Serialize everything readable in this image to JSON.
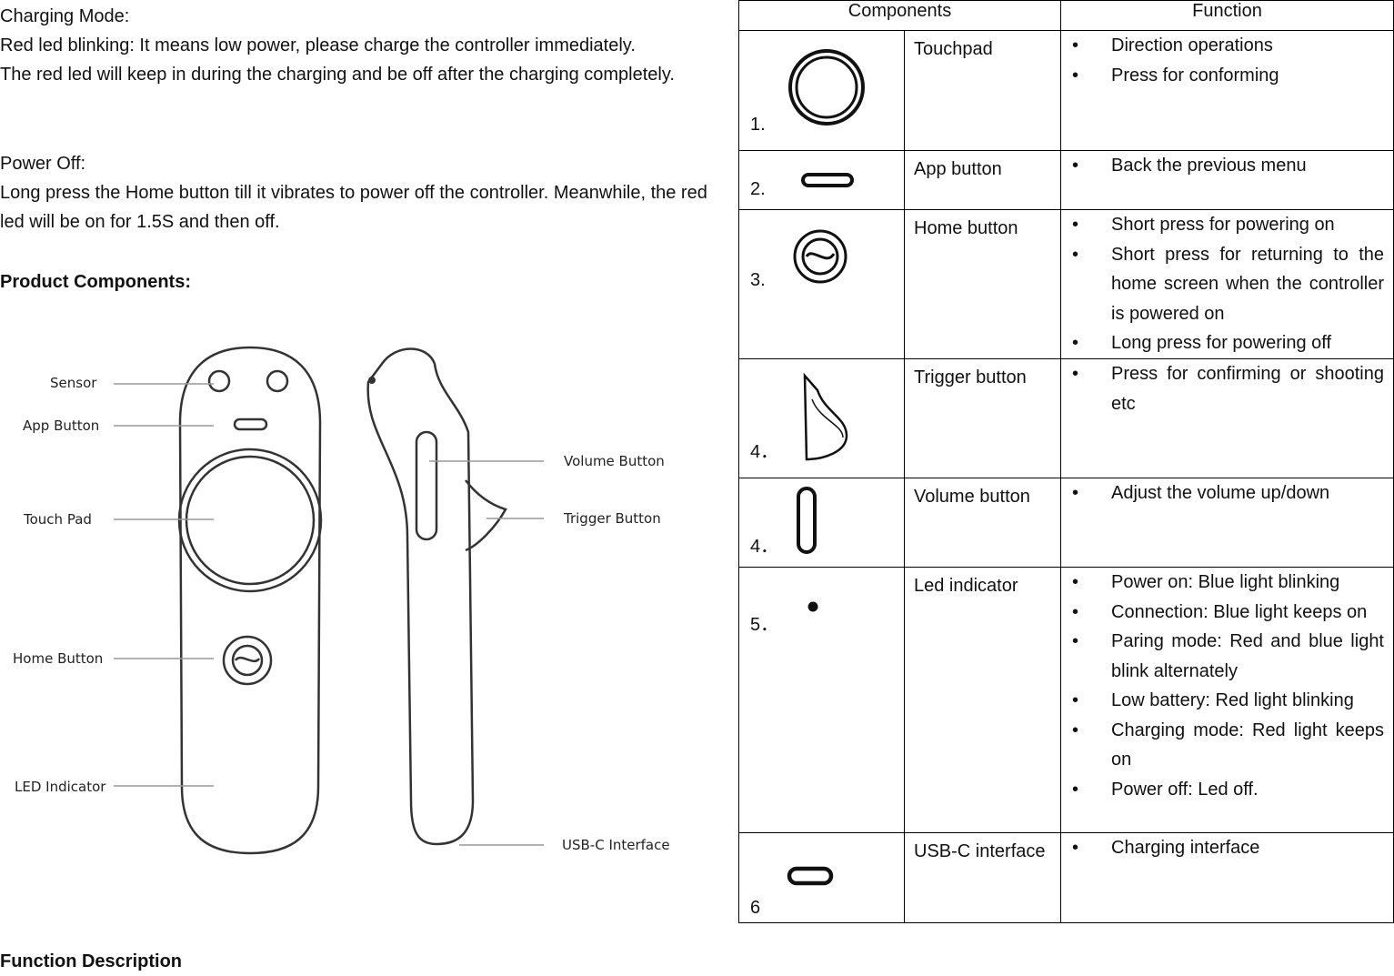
{
  "charging": {
    "title": "Charging Mode:",
    "line1": "Red led blinking: It means low power, please charge the controller immediately.",
    "line2": "The red led will keep in during the charging and be off after the charging completely."
  },
  "power_off": {
    "title": "Power Off:",
    "text": "Long press the Home button till it vibrates to power off the controller. Meanwhile, the red led will be on for 1.5S and then off."
  },
  "product_components_heading": "Product Components:",
  "function_description_heading": "Function Description",
  "diagram_labels": {
    "sensor": "Sensor",
    "app_button": "App Button",
    "touch_pad": "Touch Pad",
    "home_button": "Home Button",
    "led_indicator": "LED Indicator",
    "volume_button": "Volume Button",
    "trigger_button": "Trigger Button",
    "usbc_interface": "USB-C Interface"
  },
  "table": {
    "headers": [
      "Components",
      "Function"
    ],
    "rows": [
      {
        "num": "1.",
        "icon": "touchpad-icon",
        "name": "Touchpad",
        "functions": [
          "Direction operations",
          "Press for conforming"
        ]
      },
      {
        "num": "2.",
        "icon": "app-button-icon",
        "name": "App button",
        "functions": [
          "Back the previous menu"
        ]
      },
      {
        "num": "3.",
        "icon": "home-button-icon",
        "name": "Home button",
        "functions": [
          "Short press for powering on",
          "Short press for returning to the home screen when the controller is powered on",
          "Long press for powering off"
        ]
      },
      {
        "num": "4．",
        "icon": "trigger-button-icon",
        "name": "Trigger button",
        "functions": [
          "Press for confirming or shooting etc"
        ]
      },
      {
        "num": "4．",
        "icon": "volume-button-icon",
        "name": "Volume button",
        "functions": [
          "Adjust the volume up/down"
        ]
      },
      {
        "num": "5．",
        "icon": "led-dot-icon",
        "name": "Led indicator",
        "functions": [
          "Power on: Blue light blinking",
          "Connection: Blue light keeps on",
          "Paring mode: Red and blue light blink alternately",
          "Low battery: Red light blinking",
          "Charging mode: Red light keeps on",
          "Power off: Led off."
        ]
      },
      {
        "num": "6",
        "icon": "usbc-port-icon",
        "name": "USB-C interface",
        "functions": [
          "Charging interface"
        ]
      }
    ]
  }
}
